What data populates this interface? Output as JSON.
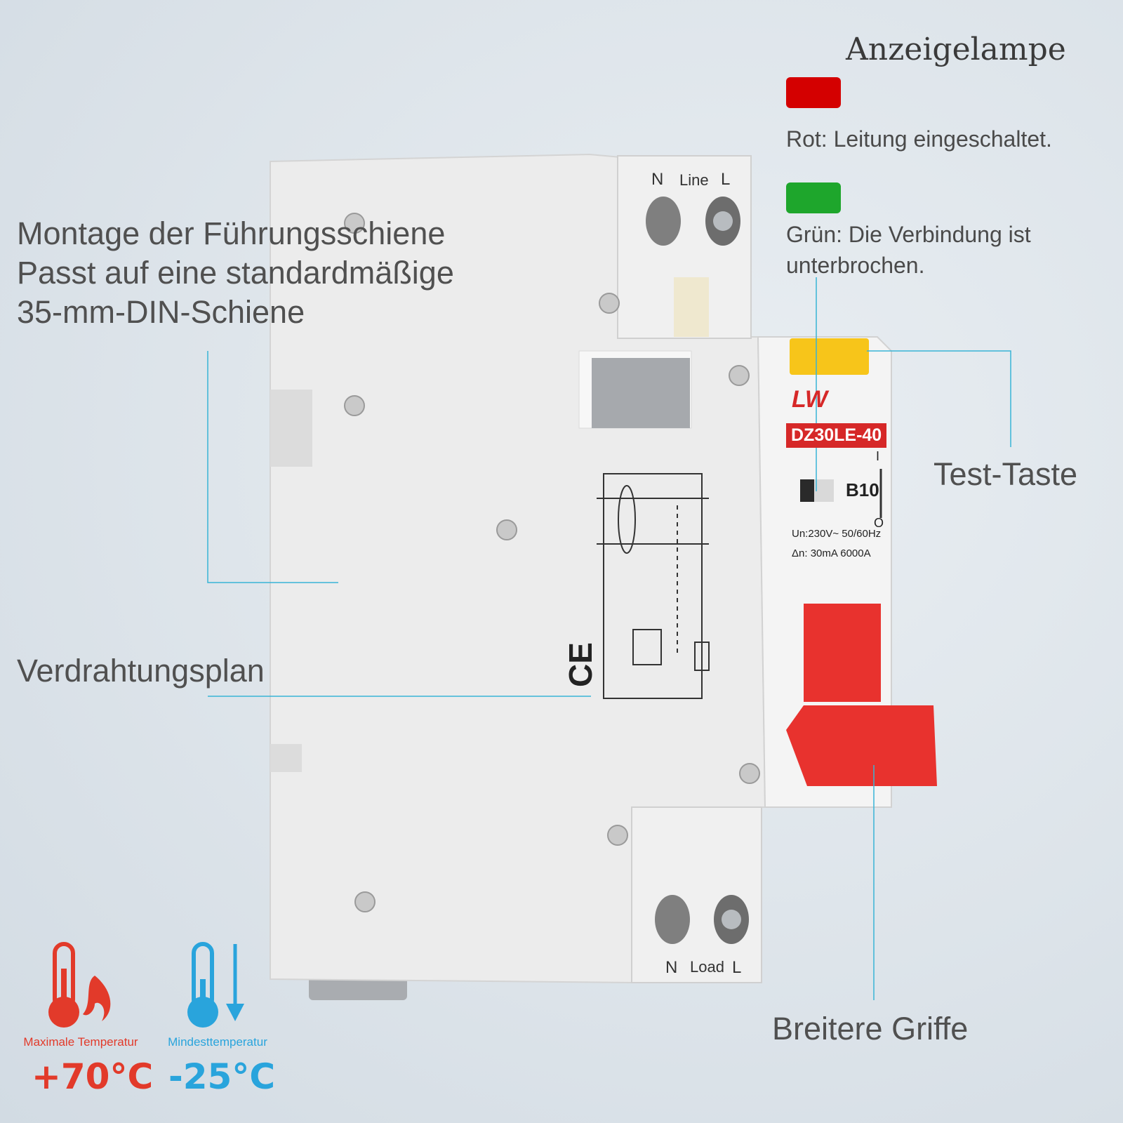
{
  "callouts": {
    "rail_line1": "Montage der Führungsschiene",
    "rail_line2": "Passt auf eine standardmäßige",
    "rail_line3": "35-mm-DIN-Schiene",
    "wiring": "Verdrahtungsplan",
    "test_button": "Test-Taste",
    "handle": "Breitere Griffe"
  },
  "indicator": {
    "title": "Anzeigelampe",
    "red_text": "Rot: Leitung eingeschaltet.",
    "green_text": "Grün: Die Verbindung ist unterbrochen.",
    "red_color": "#d40000",
    "green_color": "#1ea62c"
  },
  "device": {
    "brand": "LW",
    "model": "DZ30LE-40",
    "rating": "B10",
    "spec_line1": "Un:230V~  50/60Hz",
    "spec_line2": "Δn: 30mA  6000A",
    "ce_mark": "CE",
    "top_terminals": {
      "n": "N",
      "name": "Line",
      "l": "L"
    },
    "bottom_terminals": {
      "n": "N",
      "name": "Load",
      "l": "L"
    },
    "on_symbol": "I",
    "off_symbol": "O"
  },
  "temperature": {
    "max_label": "Maximale Temperatur",
    "max_value": "+70°C",
    "min_label": "Mindesttemperatur",
    "min_value": "-25°C"
  },
  "colors": {
    "handle_red": "#e8322e",
    "test_yellow": "#f7c51a",
    "leader_line": "#38b4d6"
  }
}
